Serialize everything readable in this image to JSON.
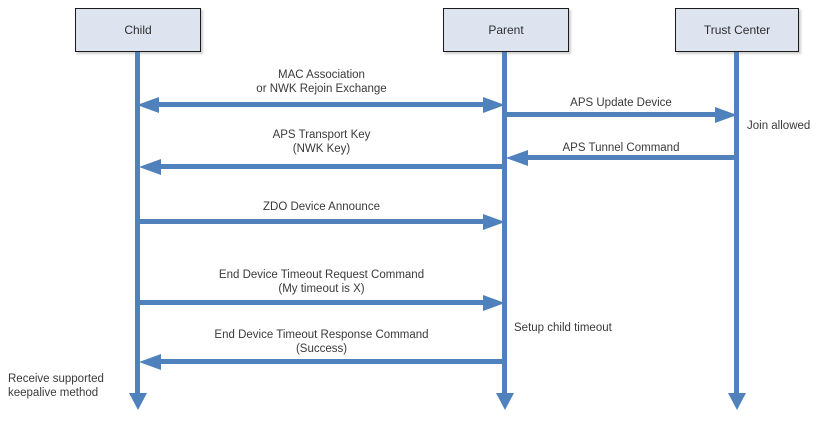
{
  "actors": [
    {
      "label": "Child"
    },
    {
      "label": "Parent"
    },
    {
      "label": "Trust Center"
    }
  ],
  "messages": [
    {
      "line1": "MAC Association",
      "line2": "or NWK Rejoin Exchange",
      "from": "Child",
      "to": "Parent",
      "arrows": "both"
    },
    {
      "line1": "APS Update Device",
      "from": "Parent",
      "to": "Trust Center",
      "arrows": "right"
    },
    {
      "line1": "APS Tunnel Command",
      "from": "Trust Center",
      "to": "Parent",
      "arrows": "left"
    },
    {
      "line1": "APS Transport Key",
      "line2": "(NWK Key)",
      "from": "Parent",
      "to": "Child",
      "arrows": "left"
    },
    {
      "line1": "ZDO Device Announce",
      "from": "Child",
      "to": "Parent",
      "arrows": "right"
    },
    {
      "line1": "End Device Timeout Request Command",
      "line2": "(My timeout is X)",
      "from": "Child",
      "to": "Parent",
      "arrows": "right"
    },
    {
      "line1": "End Device Timeout Response Command",
      "line2": "(Success)",
      "from": "Parent",
      "to": "Child",
      "arrows": "left"
    }
  ],
  "annotations": [
    {
      "text": "Join allowed",
      "near": "Trust Center"
    },
    {
      "text": "Setup child timeout",
      "near": "Parent"
    },
    {
      "text": "Receive supported keepalive method",
      "near": "Child"
    }
  ],
  "colors": {
    "arrow_blue": "#4f81bd",
    "actor_fill": "#dde4f0",
    "actor_border": "#1a1a1a",
    "text": "#3a3a3a",
    "background": "#ffffff"
  }
}
